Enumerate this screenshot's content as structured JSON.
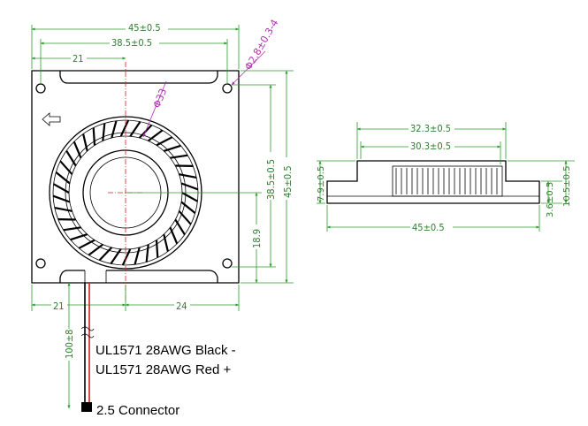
{
  "front_view": {
    "width_overall": "45±0.5",
    "hole_spacing": "38.5±0.5",
    "hole_diameter": "Φ2.8±0.3-4",
    "offset_x_top": "21",
    "impeller_diameter": "Φ33",
    "height_overall": "45±0.5",
    "hole_spacing_v": "38.5±0.5",
    "offset_y": "18.9",
    "offset_x_bottom_left": "21",
    "offset_x_bottom_right": "24"
  },
  "cable": {
    "length": "100±8",
    "wire1": "UL1571 28AWG Black -",
    "wire2": "UL1571 28AWG Red +",
    "connector": "2.5 Connector"
  },
  "side_view": {
    "width_top": "32.3±0.5",
    "width_inner": "30.3±0.5",
    "height_left": "7.9±0.5",
    "flange_right": "3.6±0.5",
    "height_right": "10.5±0.5",
    "width_overall": "45±0.5"
  }
}
